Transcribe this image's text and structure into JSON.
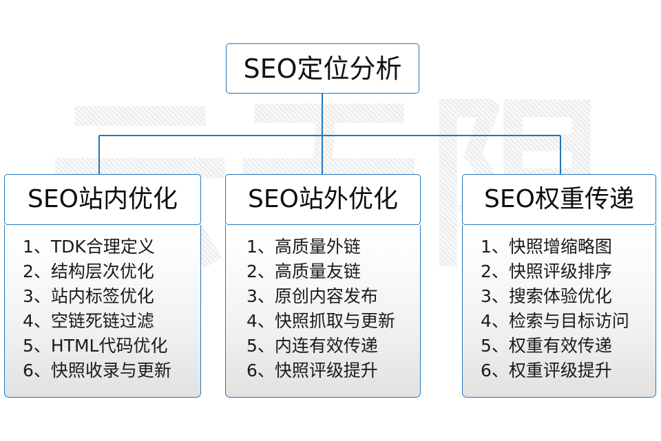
{
  "watermark": {
    "text": "云无限"
  },
  "diagram": {
    "root": {
      "title": "SEO定位分析"
    },
    "branches": [
      {
        "title": "SEO站内优化",
        "items": [
          "1、TDK合理定义",
          "2、结构层次优化",
          "3、站内标签优化",
          "4、空链死链过滤",
          "5、HTML代码优化",
          "6、快照收录与更新"
        ]
      },
      {
        "title": "SEO站外优化",
        "items": [
          "1、高质量外链",
          "2、高质量友链",
          "3、原创内容发布",
          "4、快照抓取与更新",
          "5、内连有效传递",
          "6、快照评级提升"
        ]
      },
      {
        "title": "SEO权重传递",
        "items": [
          "1、快照增缩略图",
          "2、快照评级排序",
          "3、搜索体验优化",
          "4、检索与目标访问",
          "5、权重有效传递",
          "6、权重评级提升"
        ]
      }
    ]
  },
  "style": {
    "border_color": "#2176bd",
    "text_color": "#121212",
    "background": "#ffffff",
    "watermark_color": "#ededed"
  }
}
